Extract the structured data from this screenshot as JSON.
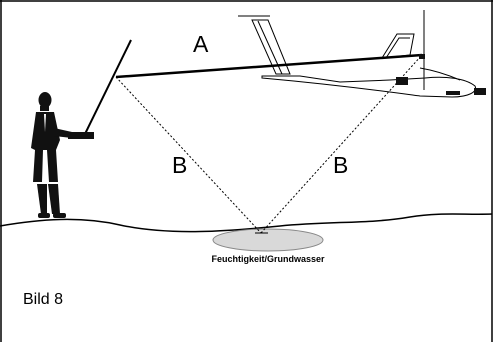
{
  "labels": {
    "direct_path": "A",
    "reflected_path_left": "B",
    "reflected_path_right": "B",
    "ground_note": "Feuchtigkeit/Grundwasser",
    "figure_caption": "Bild 8"
  },
  "colors": {
    "line": "#000000",
    "puddle_fill": "#d9d9d9",
    "puddle_stroke": "#888888",
    "figure": "#111111"
  },
  "icons": {
    "pilot": "pilot-figure-icon",
    "transmitter": "transmitter-icon",
    "airplane": "glider-airplane-icon",
    "puddle": "groundwater-puddle-icon"
  }
}
